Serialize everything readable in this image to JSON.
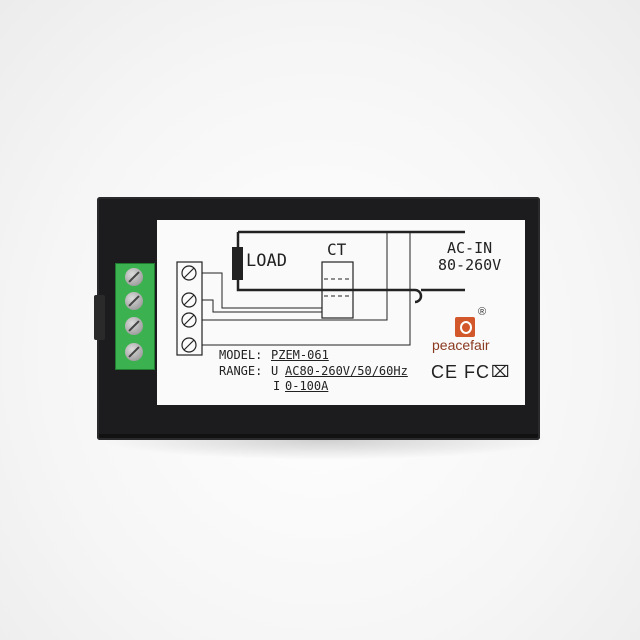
{
  "label": {
    "load": "LOAD",
    "ct": "CT",
    "ac_in": "AC-IN",
    "voltage_in": "80-260V",
    "model_label": "MODEL:",
    "model_value": "PZEM-061",
    "range_label": "RANGE:",
    "range_u_symbol": "U",
    "range_u_value": "AC80-260V/50/60Hz",
    "range_i_symbol": "I",
    "range_i_value": "0-100A",
    "brand": "peacefair",
    "registered": "®",
    "certifications": "CE FC"
  },
  "colors": {
    "device_body": "#1c1c1e",
    "terminal_block": "#3bb24f",
    "brand_orange": "#d2572a"
  }
}
